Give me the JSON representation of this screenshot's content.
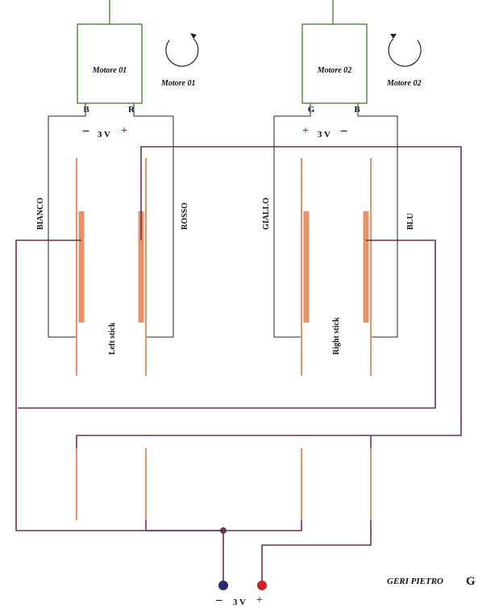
{
  "motors": [
    {
      "box_label": "Motore 01",
      "side_label": "Motore 01",
      "left_terminal": "B",
      "right_terminal": "R",
      "rotation": "clockwise"
    },
    {
      "box_label": "Motore 02",
      "side_label": "Motore 02",
      "left_terminal": "G",
      "right_terminal": "B",
      "rotation": "counterclockwise"
    }
  ],
  "supplies": {
    "motor1": {
      "neg": "–",
      "voltage": "3 V",
      "pos": "+"
    },
    "motor2": {
      "pos": "+",
      "voltage": "3 V",
      "neg": "–"
    },
    "battery": {
      "neg": "–",
      "voltage": "3 V",
      "pos": "+"
    }
  },
  "wires": {
    "bianco": "BIANCO",
    "rosso": "ROSSO",
    "giallo": "GIALLO",
    "blu": "BLU"
  },
  "sticks": {
    "left": "Left stick",
    "right": "Right stick"
  },
  "author": "GERI PIETRO",
  "author_mark": "G",
  "colors": {
    "wire_motor": "#555555",
    "wire_supply": "#6b2f5e",
    "contact": "#e8926a",
    "battery_neg": "#2a2a6e",
    "battery_pos": "#cc2222",
    "plus_sign": "#b0202a"
  }
}
